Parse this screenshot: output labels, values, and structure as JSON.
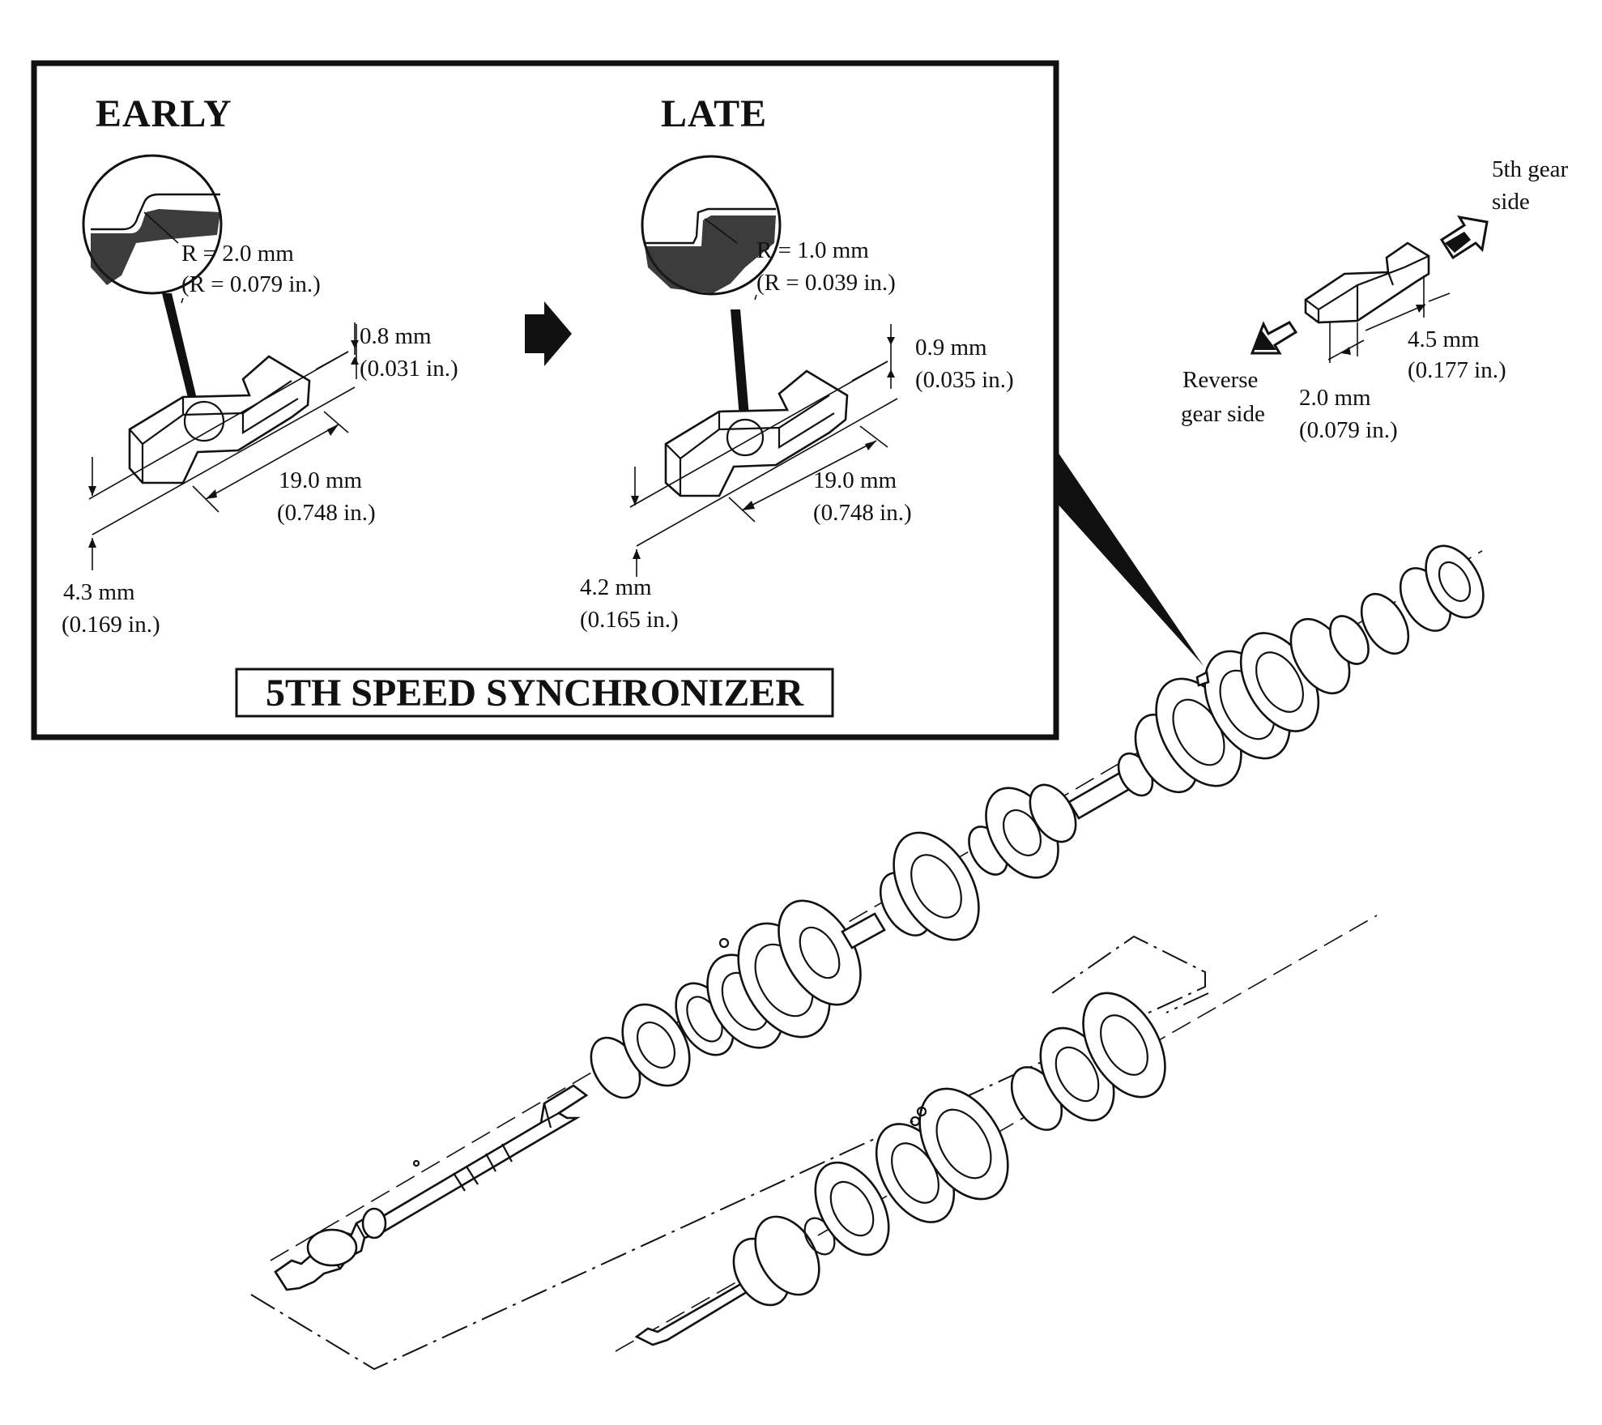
{
  "inset": {
    "early": {
      "heading": "EARLY",
      "radius_mm": "R = 2.0 mm",
      "radius_in": "(R = 0.079 in.)",
      "height_mm": "0.8 mm",
      "height_in": "(0.031 in.)",
      "length_mm": "19.0 mm",
      "length_in": "(0.748 in.)",
      "width_mm": "4.3 mm",
      "width_in": "(0.169 in.)"
    },
    "late": {
      "heading": "LATE",
      "radius_mm": "R = 1.0 mm",
      "radius_in": "(R = 0.039 in.)",
      "height_mm": "0.9 mm",
      "height_in": "(0.035 in.)",
      "length_mm": "19.0 mm",
      "length_in": "(0.748 in.)",
      "width_mm": "4.2 mm",
      "width_in": "(0.165 in.)"
    },
    "title": "5TH SPEED SYNCHRONIZER"
  },
  "key_detail": {
    "fifth_side_1": "5th gear",
    "fifth_side_2": "side",
    "reverse_side_1": "Reverse",
    "reverse_side_2": "gear side",
    "width_mm": "4.5 mm",
    "width_in": "(0.177 in.)",
    "step_mm": "2.0 mm",
    "step_in": "(0.079 in.)"
  }
}
